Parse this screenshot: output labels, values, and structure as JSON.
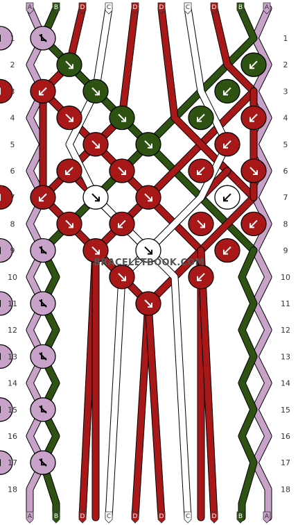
{
  "strings": [
    {
      "letter": "A",
      "color": "#c8a2c8"
    },
    {
      "letter": "B",
      "color": "#2d5212"
    },
    {
      "letter": "D",
      "color": "#a81818"
    },
    {
      "letter": "C",
      "color": "#ffffff"
    },
    {
      "letter": "D",
      "color": "#a81818"
    },
    {
      "letter": "D",
      "color": "#a81818"
    },
    {
      "letter": "C",
      "color": "#ffffff"
    },
    {
      "letter": "D",
      "color": "#a81818"
    },
    {
      "letter": "B",
      "color": "#2d5212"
    },
    {
      "letter": "A",
      "color": "#c8a2c8"
    }
  ],
  "rows": [
    "1",
    "2",
    "3",
    "4",
    "5",
    "6",
    "7",
    "8",
    "9",
    "10",
    "11",
    "12",
    "13",
    "14",
    "15",
    "16",
    "17",
    "18"
  ],
  "watermark": "BRACELETBOOK.COM",
  "knots": [
    {
      "row": 1,
      "col": 0,
      "color": "#c8a2c8",
      "dir": "se-back"
    },
    {
      "row": 1,
      "col": 9,
      "color": "#c8a2c8",
      "dir": "sw-back"
    },
    {
      "row": 2,
      "col": 1,
      "color": "#2d5212",
      "dir": "se"
    },
    {
      "row": 2,
      "col": 8,
      "color": "#2d5212",
      "dir": "sw"
    },
    {
      "row": 3,
      "col": 0,
      "color": "#a81818",
      "dir": "sw"
    },
    {
      "row": 3,
      "col": 2,
      "color": "#2d5212",
      "dir": "se"
    },
    {
      "row": 3,
      "col": 7,
      "color": "#2d5212",
      "dir": "sw"
    },
    {
      "row": 3,
      "col": 9,
      "color": "#a81818",
      "dir": "se"
    },
    {
      "row": 4,
      "col": 1,
      "color": "#a81818",
      "dir": "se"
    },
    {
      "row": 4,
      "col": 3,
      "color": "#2d5212",
      "dir": "se"
    },
    {
      "row": 4,
      "col": 6,
      "color": "#2d5212",
      "dir": "sw"
    },
    {
      "row": 4,
      "col": 8,
      "color": "#a81818",
      "dir": "sw"
    },
    {
      "row": 5,
      "col": 2,
      "color": "#a81818",
      "dir": "se"
    },
    {
      "row": 5,
      "col": 4,
      "color": "#2d5212",
      "dir": "se"
    },
    {
      "row": 5,
      "col": 7,
      "color": "#a81818",
      "dir": "sw"
    },
    {
      "row": 6,
      "col": 1,
      "color": "#a81818",
      "dir": "sw"
    },
    {
      "row": 6,
      "col": 3,
      "color": "#a81818",
      "dir": "se"
    },
    {
      "row": 6,
      "col": 6,
      "color": "#a81818",
      "dir": "sw"
    },
    {
      "row": 6,
      "col": 8,
      "color": "#a81818",
      "dir": "se"
    },
    {
      "row": 7,
      "col": 0,
      "color": "#a81818",
      "dir": "sw"
    },
    {
      "row": 7,
      "col": 2,
      "color": "#ffffff",
      "dir": "se"
    },
    {
      "row": 7,
      "col": 4,
      "color": "#a81818",
      "dir": "se"
    },
    {
      "row": 7,
      "col": 7,
      "color": "#ffffff",
      "dir": "sw"
    },
    {
      "row": 7,
      "col": 9,
      "color": "#a81818",
      "dir": "se"
    },
    {
      "row": 8,
      "col": 1,
      "color": "#a81818",
      "dir": "se"
    },
    {
      "row": 8,
      "col": 3,
      "color": "#a81818",
      "dir": "sw"
    },
    {
      "row": 8,
      "col": 6,
      "color": "#a81818",
      "dir": "se"
    },
    {
      "row": 8,
      "col": 8,
      "color": "#a81818",
      "dir": "sw"
    },
    {
      "row": 9,
      "col": 0,
      "color": "#c8a2c8",
      "dir": "se-back"
    },
    {
      "row": 9,
      "col": 2,
      "color": "#a81818",
      "dir": "se"
    },
    {
      "row": 9,
      "col": 4,
      "color": "#ffffff",
      "dir": "se"
    },
    {
      "row": 9,
      "col": 7,
      "color": "#a81818",
      "dir": "sw"
    },
    {
      "row": 9,
      "col": 9,
      "color": "#c8a2c8",
      "dir": "sw-back"
    },
    {
      "row": 10,
      "col": 3,
      "color": "#a81818",
      "dir": "se"
    },
    {
      "row": 10,
      "col": 6,
      "color": "#a81818",
      "dir": "sw"
    },
    {
      "row": 11,
      "col": 0,
      "color": "#c8a2c8",
      "dir": "se-back"
    },
    {
      "row": 11,
      "col": 4,
      "color": "#a81818",
      "dir": "se"
    },
    {
      "row": 11,
      "col": 9,
      "color": "#c8a2c8",
      "dir": "sw-back"
    },
    {
      "row": 13,
      "col": 0,
      "color": "#c8a2c8",
      "dir": "se-back"
    },
    {
      "row": 13,
      "col": 9,
      "color": "#c8a2c8",
      "dir": "sw-back"
    },
    {
      "row": 15,
      "col": 0,
      "color": "#c8a2c8",
      "dir": "se-back"
    },
    {
      "row": 15,
      "col": 9,
      "color": "#c8a2c8",
      "dir": "sw-back"
    },
    {
      "row": 17,
      "col": 0,
      "color": "#c8a2c8",
      "dir": "se-back"
    },
    {
      "row": 17,
      "col": 9,
      "color": "#c8a2c8",
      "dir": "sw-back"
    }
  ]
}
